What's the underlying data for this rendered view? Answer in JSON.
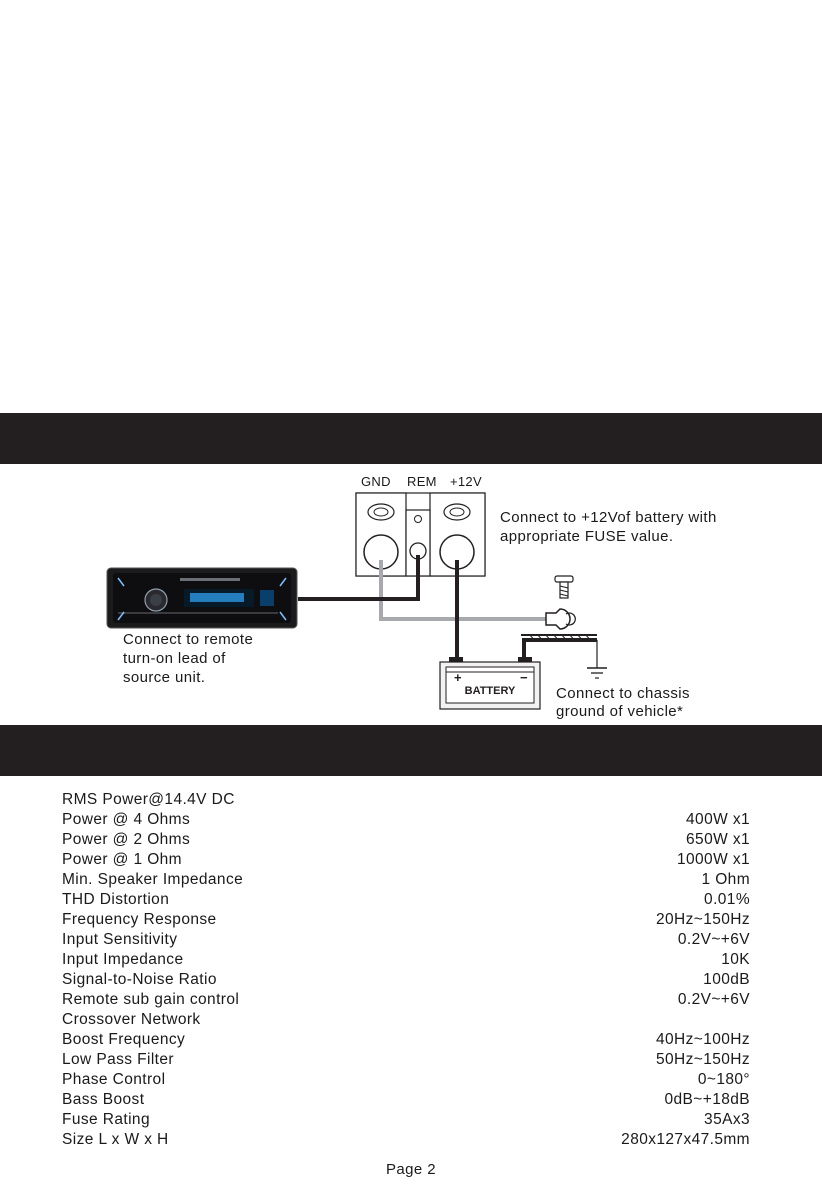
{
  "diagram": {
    "terminals": [
      "GND",
      "REM",
      "+12V"
    ],
    "battery_label": "BATTERY",
    "battery_plus": "+",
    "battery_minus": "−",
    "callouts": {
      "battery_line1": "Connect to +12Vof battery with",
      "battery_line2": "appropriate FUSE value.",
      "remote_line1": "Connect to remote",
      "remote_line2": "turn-on lead of",
      "remote_line3": "source unit.",
      "chassis_line1": "Connect to chassis",
      "chassis_line2": "ground of vehicle*"
    },
    "colors": {
      "wire_dark": "#231f20",
      "wire_gray": "#a7a9ac",
      "band": "#231f20"
    }
  },
  "specs": [
    {
      "label": "RMS Power@14.4V DC",
      "value": ""
    },
    {
      "label": "Power @ 4 Ohms",
      "value": "400W x1"
    },
    {
      "label": "Power @ 2 Ohms",
      "value": "650W x1"
    },
    {
      "label": "Power @ 1 Ohm",
      "value": "1000W x1"
    },
    {
      "label": "Min. Speaker Impedance",
      "value": "1 Ohm"
    },
    {
      "label": "THD Distortion",
      "value": "0.01%"
    },
    {
      "label": "Frequency Response",
      "value": "20Hz~150Hz"
    },
    {
      "label": "Input Sensitivity",
      "value": "0.2V~+6V"
    },
    {
      "label": "Input Impedance",
      "value": "10K"
    },
    {
      "label": "Signal-to-Noise Ratio",
      "value": "100dB"
    },
    {
      "label": "Remote sub gain control",
      "value": "0.2V~+6V"
    },
    {
      "label": "Crossover Network",
      "value": ""
    },
    {
      "label": "Boost Frequency",
      "value": "40Hz~100Hz"
    },
    {
      "label": "Low Pass Filter",
      "value": "50Hz~150Hz"
    },
    {
      "label": "Phase Control",
      "value": "0~180°"
    },
    {
      "label": "Bass Boost",
      "value": "0dB~+18dB"
    },
    {
      "label": "Fuse Rating",
      "value": "35Ax3"
    },
    {
      "label": "Size L x W x H",
      "value": "280x127x47.5mm"
    }
  ],
  "footer": {
    "page_label": "Page 2"
  }
}
